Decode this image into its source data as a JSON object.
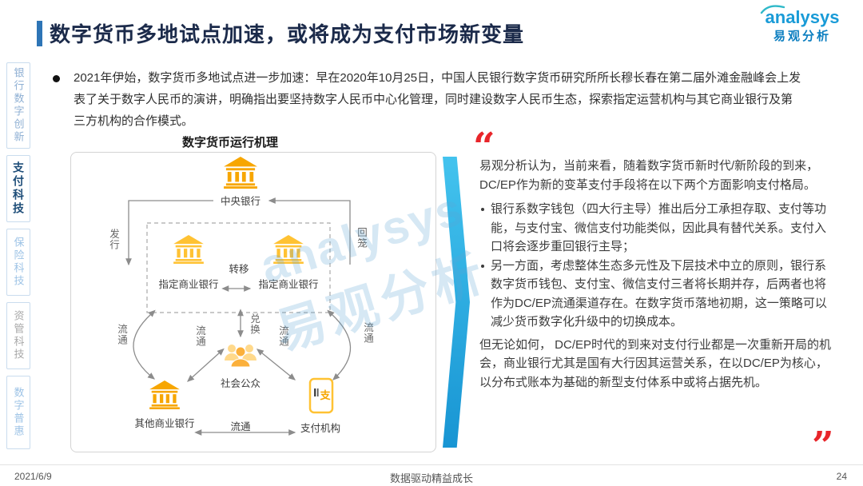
{
  "page": {
    "title": "数字货币多地试点加速，或将成为支付市场新变量",
    "footer_date": "2021/6/9",
    "footer_slogan": "数据驱动精益成长",
    "footer_page": "24"
  },
  "logo": {
    "en": "analysys",
    "cn": "易观分析"
  },
  "watermark": {
    "en": "analysys",
    "cn": "易观分析"
  },
  "sidebar": {
    "items": [
      {
        "label": "银行数字创新",
        "active": false,
        "color": "#8FB0D4"
      },
      {
        "label": "支付科技",
        "active": true,
        "color": "#1F4E79"
      },
      {
        "label": "保险科技",
        "active": false,
        "color": "#9DC3E6"
      },
      {
        "label": "资管科技",
        "active": false,
        "color": "#A8A8A8"
      },
      {
        "label": "数字普惠",
        "active": false,
        "color": "#9DC3E6"
      }
    ]
  },
  "intro": "2021年伊始，数字货币多地试点进一步加速：早在2020年10月25日，中国人民银行数字货币研究所所长穆长春在第二届外滩金融峰会上发表了关于数字人民币的演讲，明确指出要坚持数字人民币中心化管理，同时建设数字人民币生态，探索指定运营机构与其它商业银行及第三方机构的合作模式。",
  "diagram": {
    "title": "数字货币运行机理",
    "nodes": {
      "central_bank": "中央银行",
      "designated_bank_left": "指定商业银行",
      "designated_bank_right": "指定商业银行",
      "public": "社会公众",
      "other_bank": "其他商业银行",
      "payment_org": "支付机构"
    },
    "labels": {
      "issue": "发行",
      "recall": "回笼",
      "transfer": "转移",
      "exchange": "兑换",
      "circulate": "流通"
    },
    "icons": {
      "payment_glyph": "支"
    }
  },
  "analysis": {
    "quote_open": "“",
    "quote_close": "”",
    "lead": "易观分析认为，当前来看，随着数字货币新时代/新阶段的到来，DC/EP作为新的变革支付手段将在以下两个方面影响支付格局。",
    "bullets": [
      "银行系数字钱包（四大行主导）推出后分工承担存取、支付等功能，与支付宝、微信支付功能类似，因此具有替代关系。支付入口将会逐步重回银行主导；",
      "另一方面，考虑整体生态多元性及下层技术中立的原则，银行系数字货币钱包、支付宝、微信支付三者将长期并存，后两者也将作为DC/EP流通渠道存在。在数字货币落地初期，这一策略可以减少货币数字化升级中的切换成本。"
    ],
    "conclusion": "但无论如何， DC/EP时代的到来对支付行业都是一次重新开局的机会，商业银行尤其是国有大行因其运营关系，在以DC/EP为核心，以分布式账本为基础的新型支付体系中或将占据先机。"
  },
  "colors": {
    "accent": "#2E75B6",
    "chevron": "#29ABE2",
    "quote_red": "#E8252A",
    "bank_orange": "#F7A600",
    "bank_yellow": "#FFC233"
  }
}
